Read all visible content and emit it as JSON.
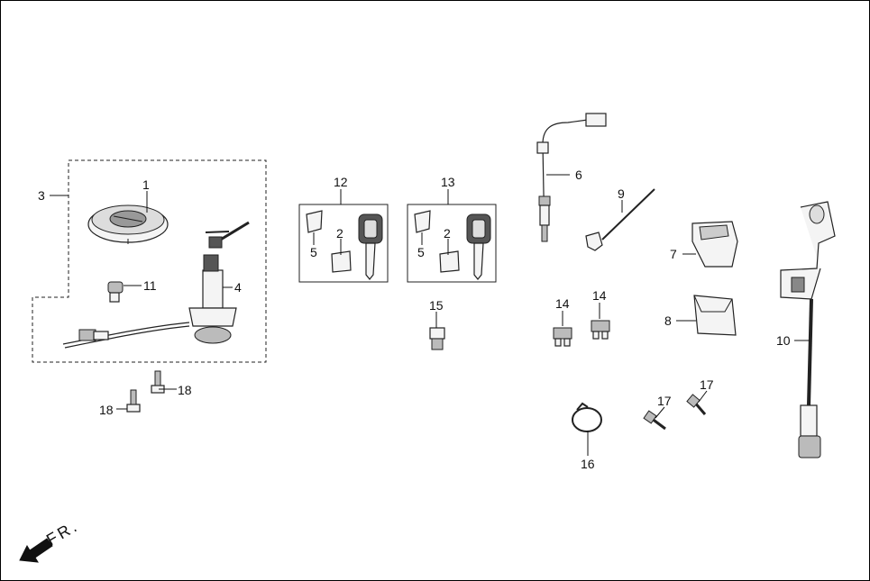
{
  "labels": {
    "p1": "1",
    "p2a": "2",
    "p2b": "2",
    "p3": "3",
    "p4": "4",
    "p5a": "5",
    "p5b": "5",
    "p6": "6",
    "p7": "7",
    "p8": "8",
    "p9": "9",
    "p10": "10",
    "p11": "11",
    "p12": "12",
    "p13": "13",
    "p14a": "14",
    "p14b": "14",
    "p15": "15",
    "p16": "16",
    "p17a": "17",
    "p17b": "17",
    "p18a": "18",
    "p18b": "18"
  },
  "direction": {
    "text": "FR.",
    "icon": "front-direction-arrow-icon"
  },
  "colors": {
    "line": "#222222",
    "part_fill": "#f4f4f4",
    "dark_fill": "#555555",
    "background": "#ffffff",
    "border": "#000000"
  }
}
